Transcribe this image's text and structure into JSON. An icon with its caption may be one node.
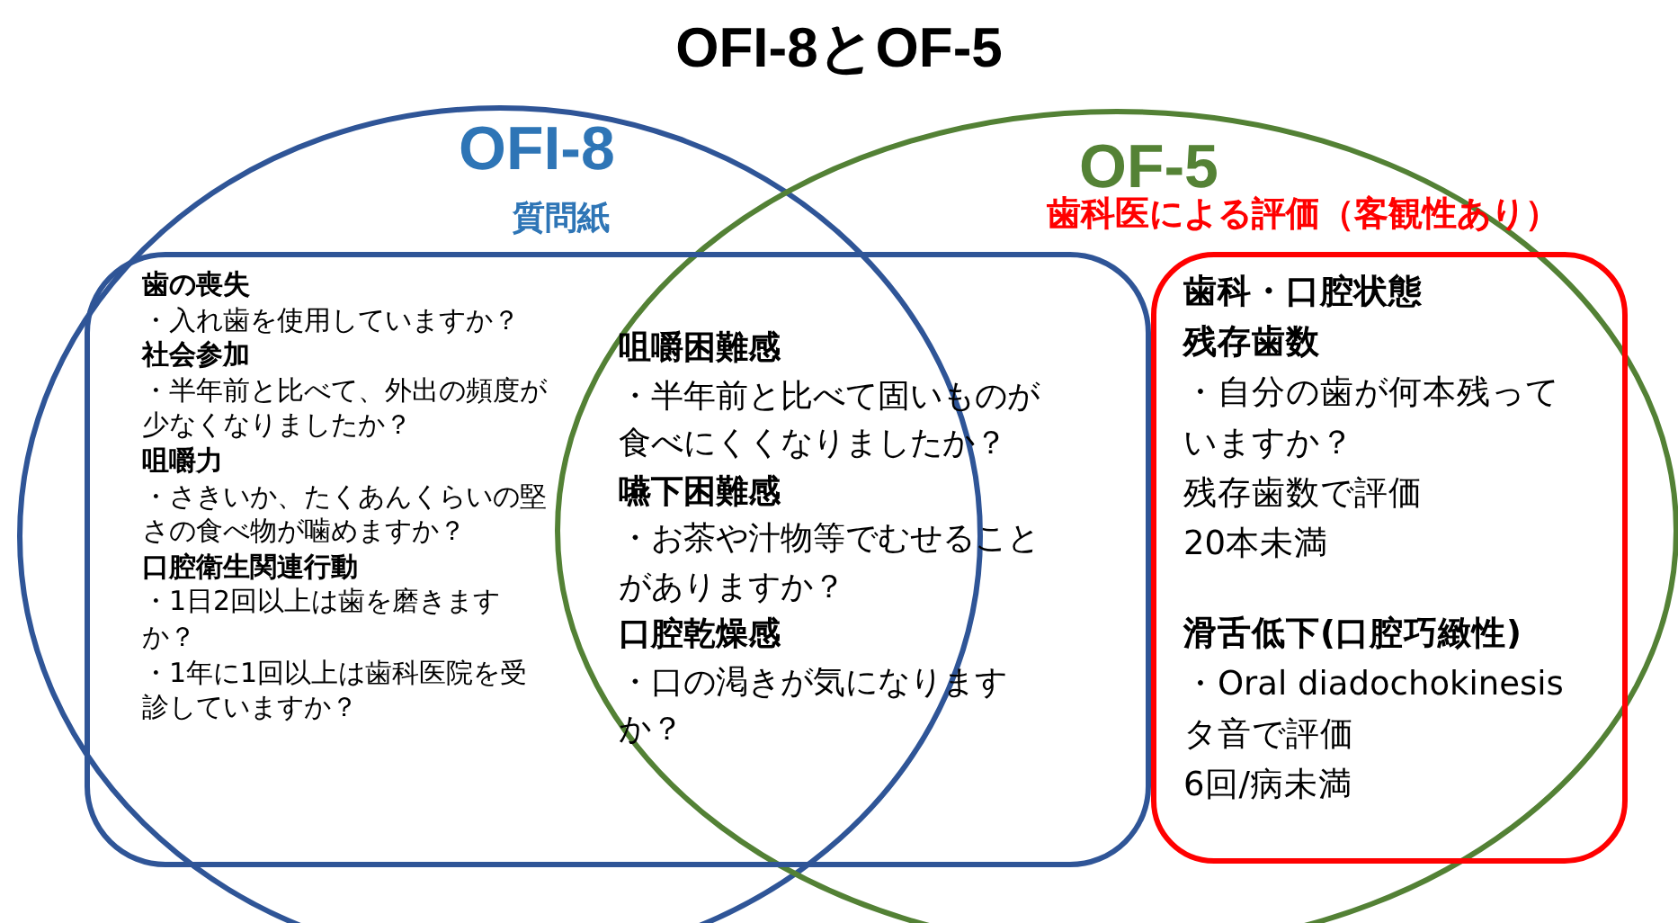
{
  "diagram": {
    "title": "OFI-8とOF-5",
    "nodes": [
      {
        "text": [
          "OFI-8"
        ]
      },
      {
        "text": [
          "OF-5"
        ]
      },
      {
        "text": [
          "質問紙"
        ],
        "in": 0
      },
      {
        "text": [
          "歯の喪失",
          "・入れ歯を使用していますか？",
          "社会参加",
          "・半年前と比べて、外出の頻度が少なくなりましたか？",
          "咀嚼力",
          "・さきいか、たくあんくらいの堅さの食べ物が噛めますか？",
          "口腔衛生関連行動",
          "・1日2回以上は歯を磨きますか？",
          "・1年に1回以上は歯科医院を受診していますか？",
          "咀嚼困難感",
          "・半年前と比べて固いものが食べにくくなりましたか？",
          "嚥下困難感",
          "・お茶や汁物等でむせることがありますか？",
          "口腔乾燥感",
          "・口の渇きが気になりますか？"
        ]
      },
      {
        "text": [
          "歯科医による評価（客観性あり）"
        ],
        "in": 1
      },
      {
        "text": [
          "歯科・口腔状態",
          "残存歯数",
          "・自分の歯が何本残っていますか？",
          "残存歯数で評価",
          "20本未満",
          "滑舌低下(口腔巧緻性)",
          "・Oral diadochokinesis",
          "タ音で評価",
          "6回/病未満"
        ],
        "in": 1
      }
    ]
  }
}
